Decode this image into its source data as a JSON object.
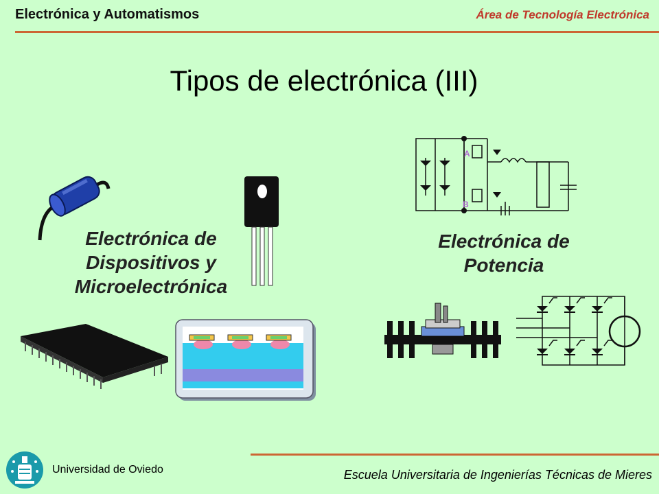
{
  "header": {
    "course": "Electrónica y Automatismos",
    "area": "Área de Tecnología Electrónica"
  },
  "slide": {
    "title": "Tipos de electrónica (III)"
  },
  "sections": {
    "devices": {
      "lines": [
        "Electrónica de",
        "Dispositivos y",
        "Microelectrónica"
      ]
    },
    "power": {
      "lines": [
        "Electrónica de",
        "Potencia"
      ]
    }
  },
  "circuit_labels": {
    "a": "A",
    "b": "B"
  },
  "footer": {
    "university": "Universidad de Oviedo",
    "school": "Escuela Universitaria de Ingenierías Técnicas de Mieres"
  },
  "colors": {
    "header_line": "#cc6633",
    "background": "#ccffcc",
    "area_text": "#c0392b",
    "logo": "#1a9aaa"
  },
  "icons": [
    "capacitor-image",
    "transistor-image",
    "ic-chip-image",
    "wafer-cross-section-image",
    "power-converter-schematic",
    "heatsink-image",
    "rectifier-motor-schematic",
    "university-logo"
  ]
}
